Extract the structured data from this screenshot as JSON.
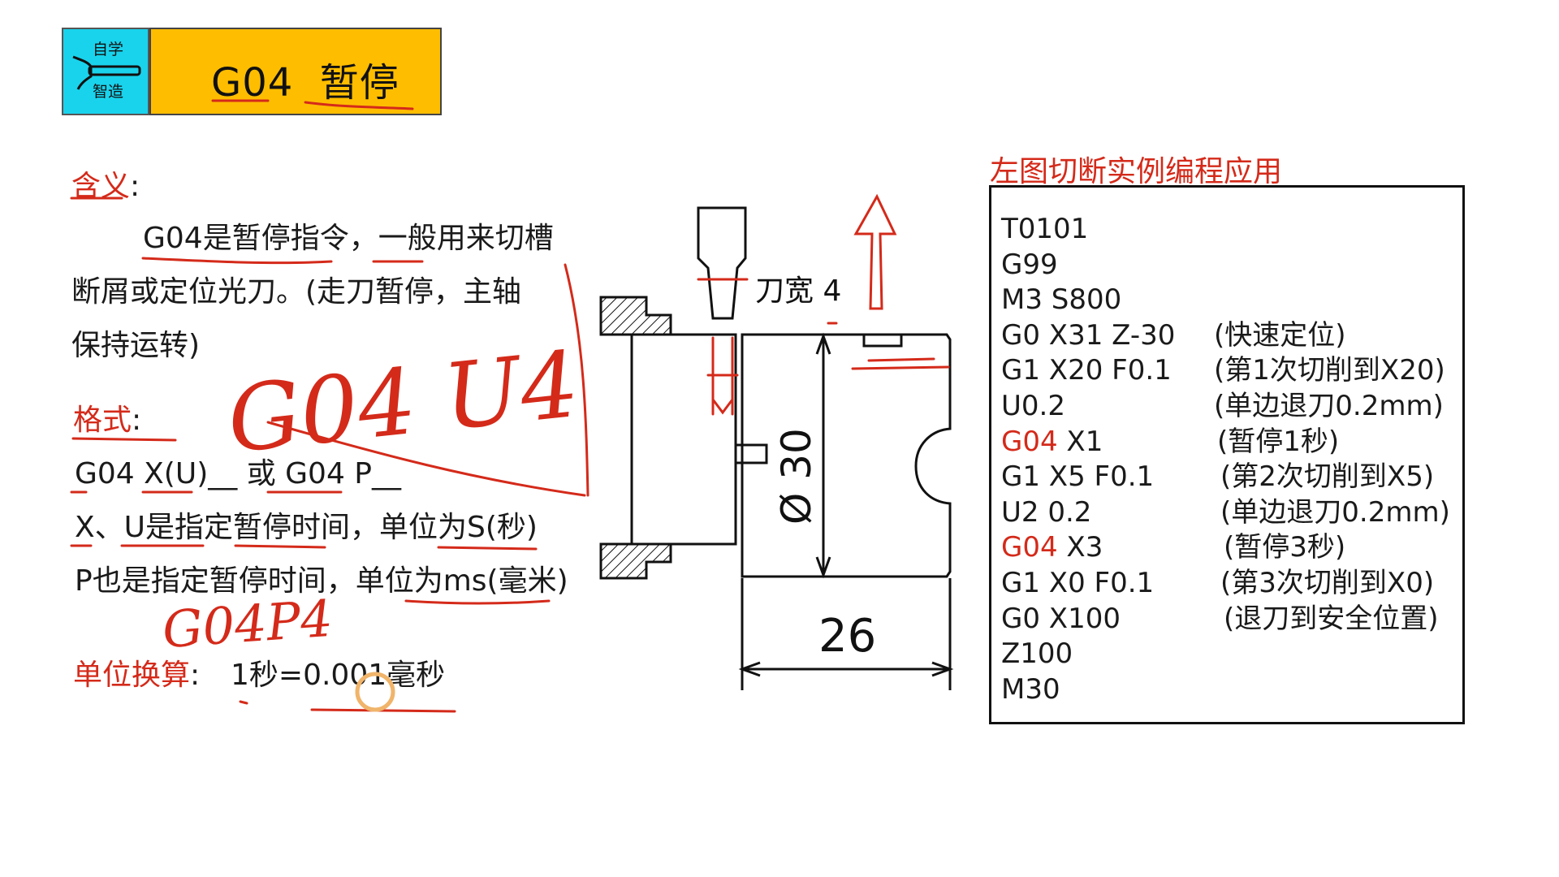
{
  "header": {
    "logo_top": "自学",
    "logo_bottom": "智造",
    "title_code": "G04",
    "title_name": "暂停"
  },
  "meaning": {
    "label": "含义",
    "colon": ":",
    "line1": "G04是暂停指令，一般用来切槽",
    "line2": "断屑或定位光刀。(走刀暂停，主轴",
    "line3": "保持运转)"
  },
  "format": {
    "label": "格式",
    "colon": ":",
    "line1": "G04 X(U)__  或 G04 P__",
    "line2": "X、U是指定暂停时间，单位为S(秒)",
    "line3": "P也是指定暂停时间，单位为ms(毫米)"
  },
  "unit": {
    "label": "单位换算",
    "colon": ":",
    "value": "1秒=0.001毫秒"
  },
  "drawing": {
    "tool_width_label": "刀宽 4",
    "diameter_label": "Ø 30",
    "length_label": "26"
  },
  "handwriting": {
    "note1": "G04 U4",
    "note2": "G04P4"
  },
  "program": {
    "title": "左图切断实例编程应用",
    "lines": [
      {
        "code": "T0101",
        "comment": ""
      },
      {
        "code": "G99",
        "comment": ""
      },
      {
        "code": "M3 S800",
        "comment": ""
      },
      {
        "code": "G0 X31 Z-30",
        "comment": "(快速定位)"
      },
      {
        "code": "G1 X20 F0.1",
        "comment": "(第1次切削到X20)"
      },
      {
        "code": "U0.2",
        "comment": "(单边退刀0.2mm)"
      },
      {
        "code": "X1",
        "highlight": "G04",
        "comment": "(暂停1秒)"
      },
      {
        "code": "G1 X5 F0.1",
        "comment": "(第2次切削到X5)"
      },
      {
        "code": "U2 0.2",
        "comment": "(单边退刀0.2mm)"
      },
      {
        "code": "X3",
        "highlight": "G04",
        "comment": "(暂停3秒)"
      },
      {
        "code": "G1 X0 F0.1",
        "comment": "(第3次切削到X0)"
      },
      {
        "code": "G0 X100",
        "comment": "(退刀到安全位置)"
      },
      {
        "code": "Z100",
        "comment": ""
      },
      {
        "code": "M30",
        "comment": ""
      }
    ]
  },
  "colors": {
    "accent_red": "#d42a1a",
    "title_yellow": "#ffbd00",
    "logo_cyan": "#19d3ec"
  }
}
